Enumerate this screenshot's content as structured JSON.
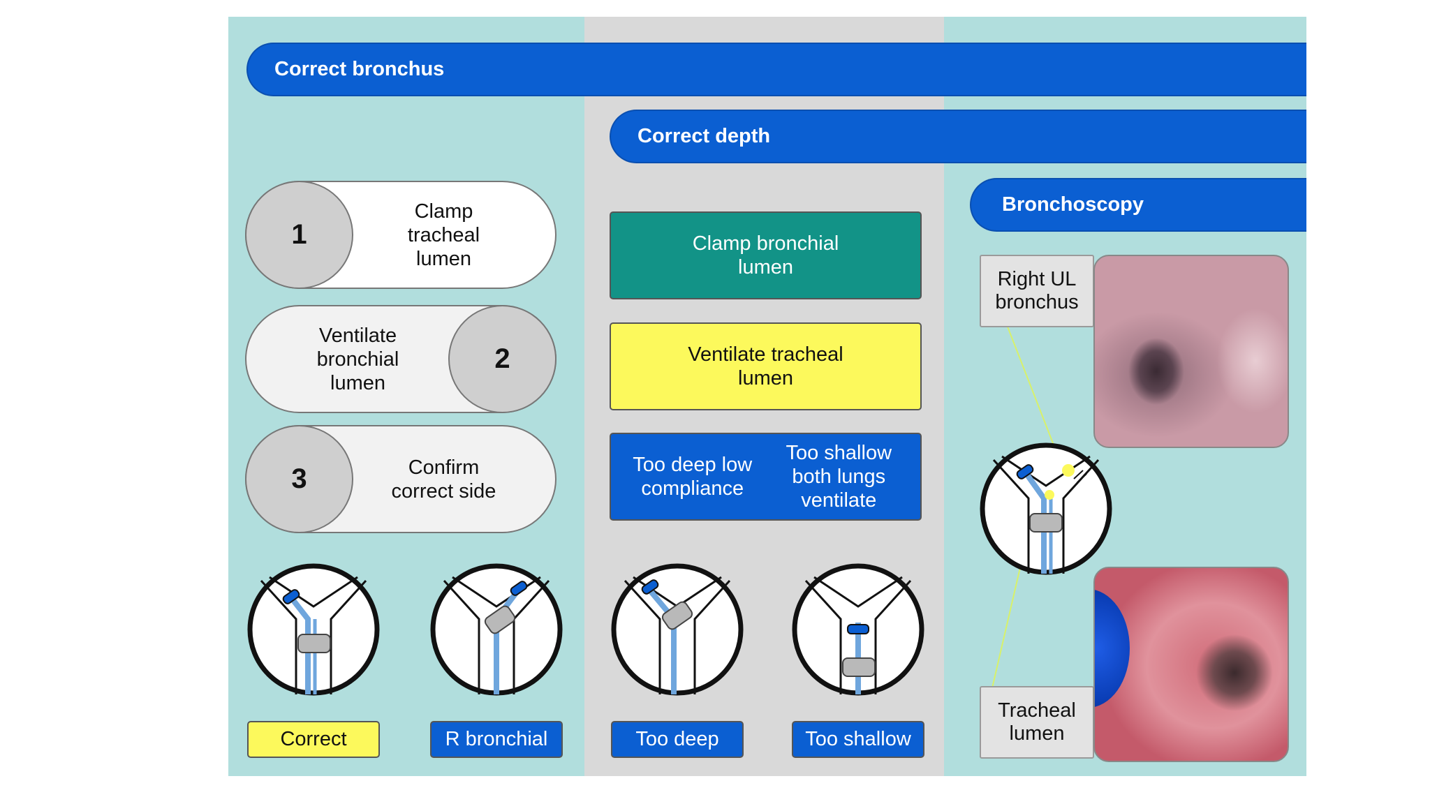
{
  "banners": {
    "bronchus": "Correct bronchus",
    "depth": "Correct depth",
    "bronchoscopy": "Bronchoscopy"
  },
  "steps": [
    {
      "number": "1",
      "label": "Clamp tracheal lumen"
    },
    {
      "number": "2",
      "label": "Ventilate bronchial lumen"
    },
    {
      "number": "3",
      "label": "Confirm correct side"
    }
  ],
  "depth_boxes": {
    "clamp": "Clamp bronchial lumen",
    "ventilate": "Ventilate tracheal lumen",
    "too_deep_desc": "Too deep low compliance",
    "too_shallow_desc": "Too shallow both lungs ventilate"
  },
  "diagram_labels": {
    "correct": "Correct",
    "r_bronchial": "R bronchial",
    "too_deep": "Too deep",
    "too_shallow": "Too shallow"
  },
  "bronchoscopy_labels": {
    "right_ul": "Right UL bronchus",
    "tracheal": "Tracheal lumen"
  },
  "colors": {
    "panel_teal": "#b1dedd",
    "panel_gray": "#d9d9d9",
    "banner_blue": "#0b5fd2",
    "teal_box": "#129387",
    "yellow": "#fcf95c"
  }
}
